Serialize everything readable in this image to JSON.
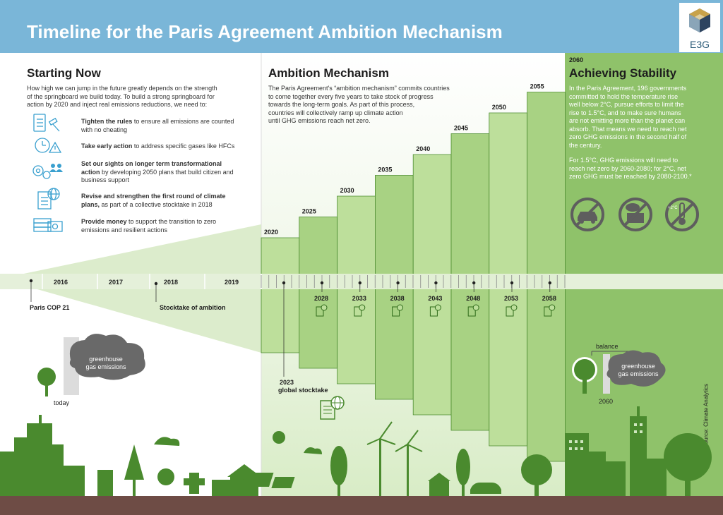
{
  "header": {
    "title": "Timeline for the Paris Agreement Ambition Mechanism",
    "logo_text": "E3G"
  },
  "colors": {
    "header_blue": "#7ab6d8",
    "green_dark": "#5a9a3a",
    "green_mid": "#8fc26a",
    "green_light": "#d6e9c3",
    "ground_brown": "#6e4c45",
    "icon_blue": "#3aa0cf",
    "cloud_grey": "#696969"
  },
  "starting_now": {
    "title": "Starting Now",
    "intro_lines": [
      "How high we can jump in the future greatly depends on the strength",
      "of the springboard we build today. To build a strong springboard for",
      "action by 2020 and inject real emissions reductions, we need to:"
    ],
    "actions": [
      {
        "icon": "clipboard-gavel-icon",
        "bold": "Tighten the rules",
        "rest": " to ensure all emissions are counted with no cheating"
      },
      {
        "icon": "alarm-clock-warning-icon",
        "bold": "Take early action",
        "rest": " to address specific gases like HFCs"
      },
      {
        "icon": "gears-people-icon",
        "bold": "Set our sights on longer term transformational action",
        "rest": " by developing 2050 plans that build citizen and business support"
      },
      {
        "icon": "document-globe-icon",
        "bold": "Revise and strengthen the first round of climate plans,",
        "rest": " as part of a collective stocktake in 2018"
      },
      {
        "icon": "money-stack-icon",
        "bold": "Provide money",
        "rest": " to support the transition to zero emissions and resilient actions"
      }
    ]
  },
  "ambition": {
    "title": "Ambition Mechanism",
    "intro_lines": [
      "The Paris Agreement's “ambition mechanism” commits countries",
      "to come together every five years to take stock of progress",
      "towards the long-term goals. As part of this process,",
      "countries will collectively ramp up climate action",
      "until GHG emissions reach net zero."
    ],
    "steps": [
      "2020",
      "2025",
      "2030",
      "2035",
      "2040",
      "2045",
      "2050",
      "2055"
    ],
    "stocktakes": [
      "2028",
      "2033",
      "2038",
      "2043",
      "2048",
      "2053",
      "2058"
    ],
    "global_stocktake": {
      "year": "2023",
      "label": "global stocktake"
    }
  },
  "stability": {
    "year_label": "2060",
    "title": "Achieving Stability",
    "para1_lines": [
      "In the Paris Agreement, 196 governments",
      "committed to hold the temperature rise",
      "well below 2°C, pursue efforts to limit the",
      "rise to 1.5°C, and to make sure humans",
      "are not emitting more than the planet can",
      "absorb. That means we need to reach net",
      "zero GHG emissions in the second half of",
      "the century."
    ],
    "para2_lines": [
      "For 1.5°C, GHG emissions will need to",
      "reach net zero by 2060-2080; for 2°C, net",
      "zero GHG must be reached by 2080-2100.*"
    ],
    "thermo_label": "+2°C",
    "balance_label": "balance",
    "bottom_year": "2060",
    "source": "*source: Climate Analytics"
  },
  "timeline": {
    "years": [
      "2016",
      "2017",
      "2018",
      "2019"
    ],
    "paris_label": "Paris COP 21",
    "stocktake_label": "Stocktake of ambition"
  },
  "today_graphic": {
    "cloud_lines": [
      "greenhouse",
      "gas emissions"
    ],
    "today_label": "today"
  },
  "future_graphic": {
    "cloud_lines": [
      "greenhouse",
      "gas emissions"
    ]
  }
}
